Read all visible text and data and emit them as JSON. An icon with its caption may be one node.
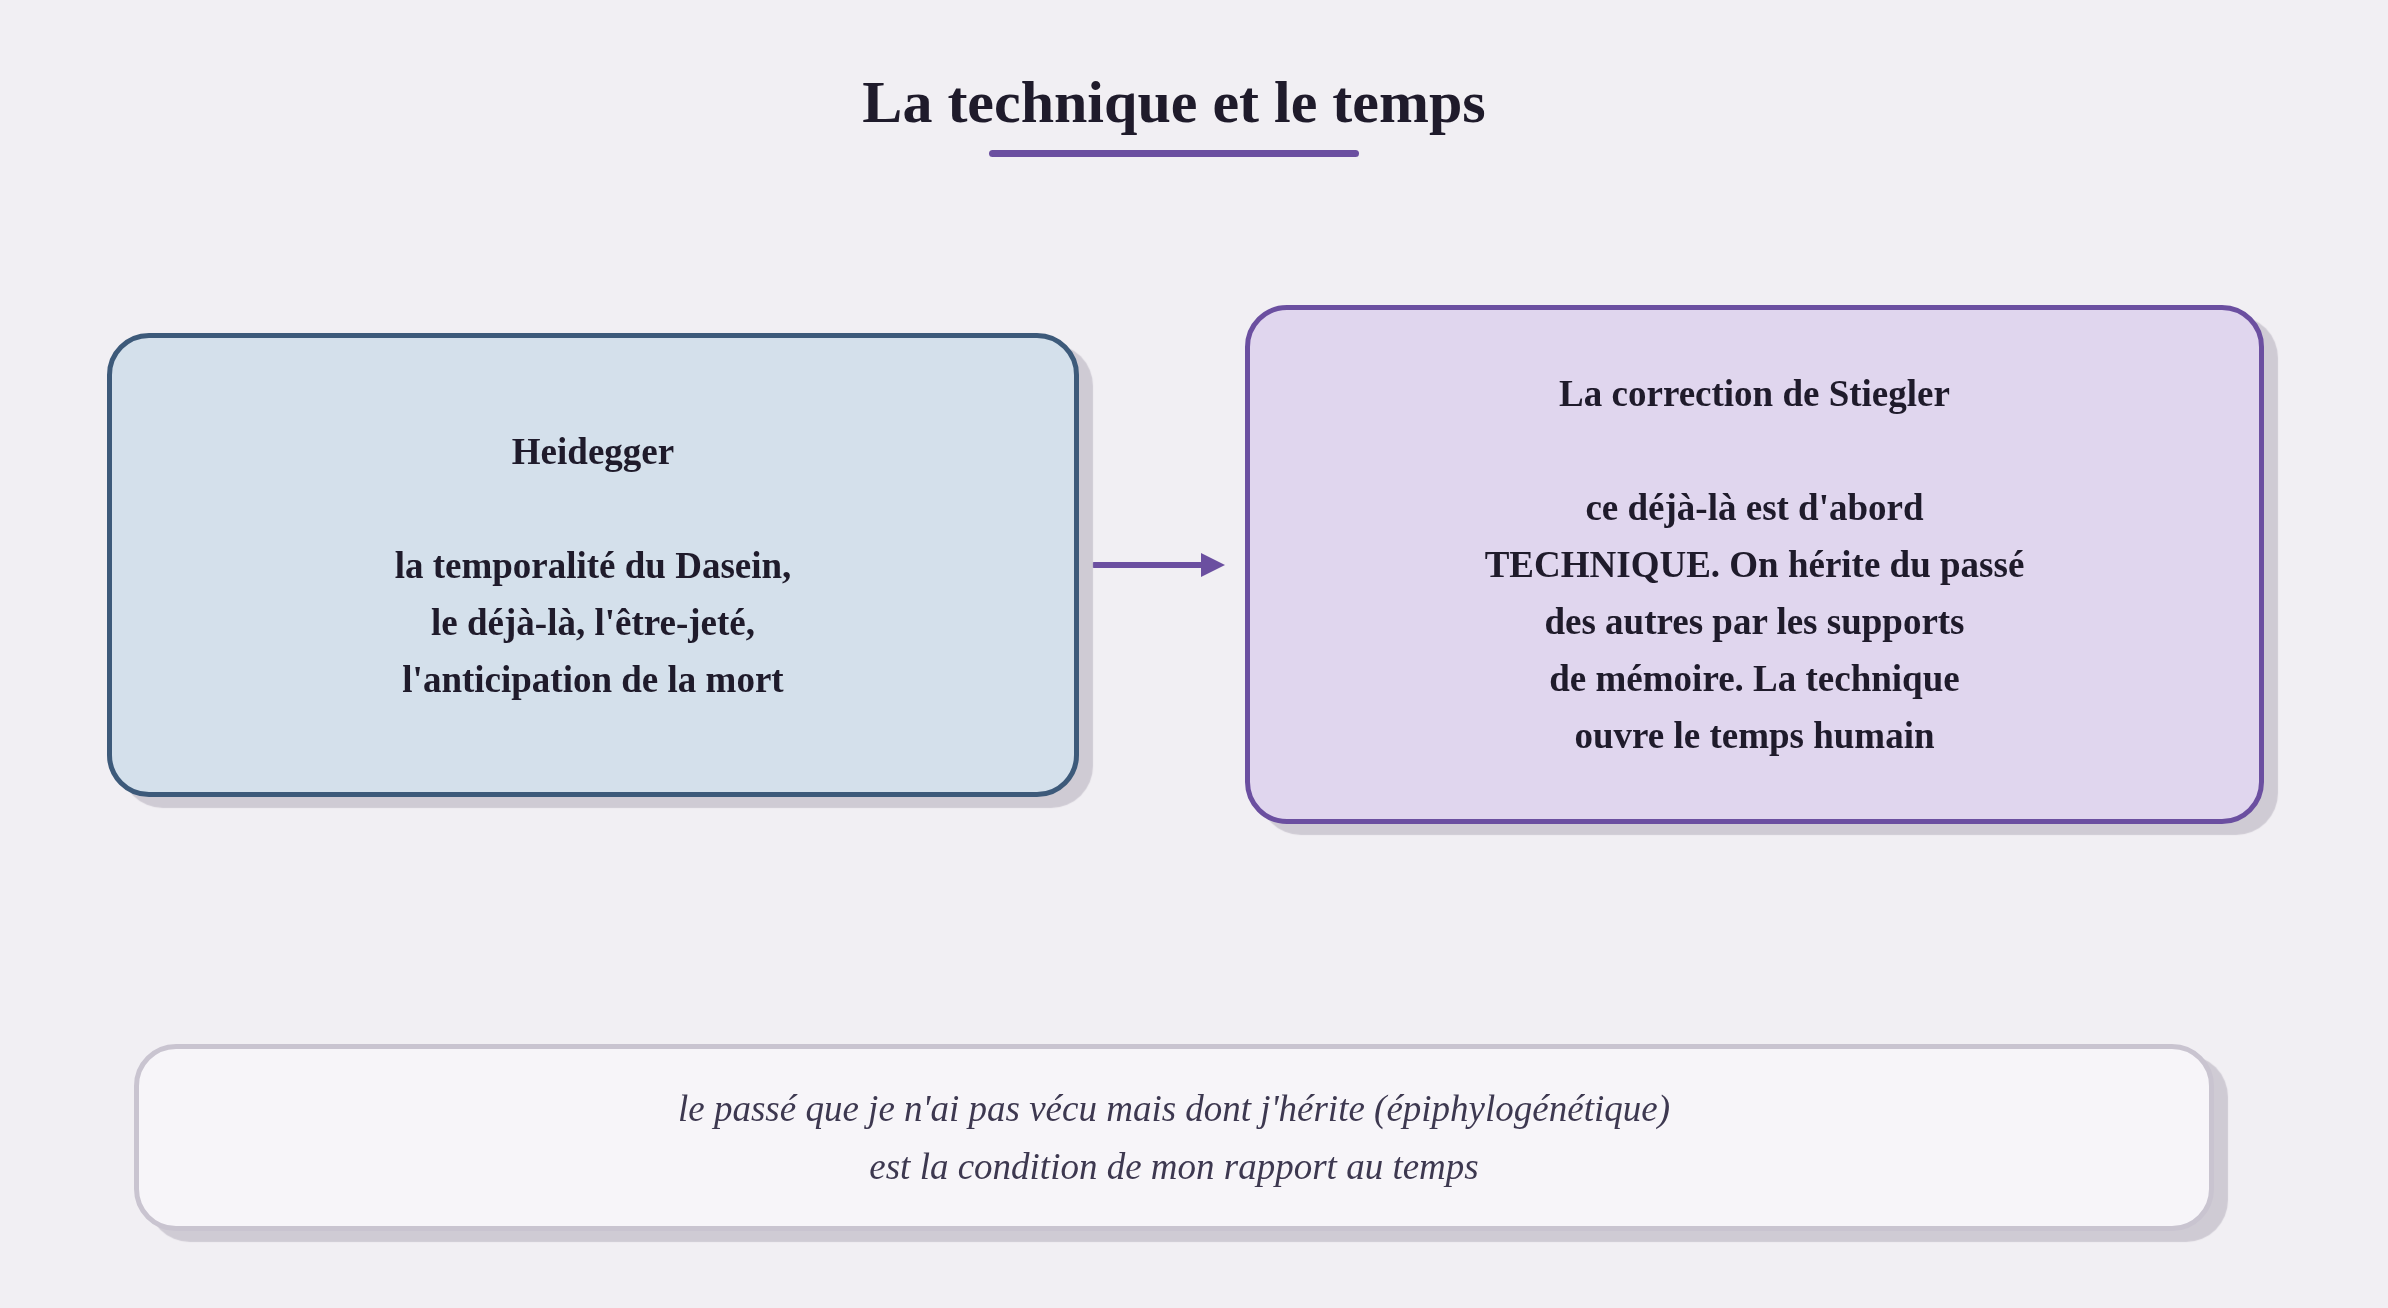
{
  "diagram": {
    "title": "La technique et le temps",
    "nodes": [
      {
        "text": [
          "Heidegger",
          "la temporalité du Dasein, le déjà-là, l'être-jeté, l'anticipation de la mort"
        ]
      },
      {
        "text": [
          "La correction de Stiegler",
          "ce déjà-là est d'abord TECHNIQUE. On hérite du passé des autres par les supports de mémoire. La technique ouvre le temps humain"
        ]
      },
      {
        "text": [
          "le passé que je n'ai pas vécu mais dont j'hérite (épiphylogénétique) est la condition de mon rapport au temps"
        ]
      }
    ],
    "edges": [
      {
        "from": 0,
        "to": 1,
        "arrow": "to"
      }
    ]
  }
}
